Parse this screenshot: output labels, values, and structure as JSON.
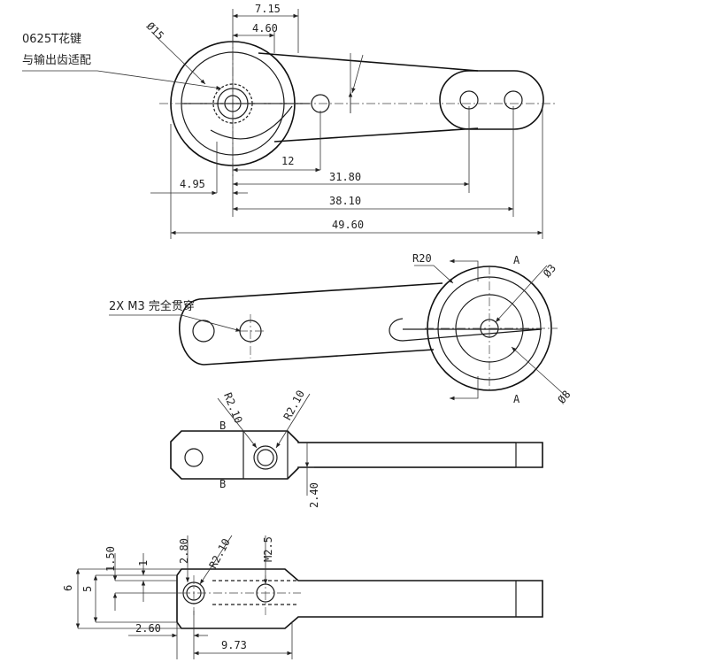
{
  "notes": {
    "spline_line1": "0625T花键",
    "spline_line2": "与输出齿适配",
    "holes": "2X M3 完全贯穿"
  },
  "dims_top": {
    "d715": "7.15",
    "d460": "4.60",
    "dia15": "Ø15",
    "d12": "12",
    "d495": "4.95",
    "d3180": "31.80",
    "d3810": "38.10",
    "d4960": "49.60"
  },
  "dims_mid": {
    "r20": "R20",
    "sec_a": "A",
    "dia3": "Ø3",
    "dia8": "Ø8"
  },
  "dims_side": {
    "r210a": "R2.10",
    "r210b": "R2.10",
    "sec_b": "B",
    "d240": "2.40"
  },
  "dims_bottom": {
    "d6": "6",
    "d5": "5",
    "d150": "1.50",
    "d1": "1",
    "d280": "2.80",
    "r210": "R2.10",
    "m25": "M2.5",
    "d260": "2.60",
    "d973": "9.73"
  }
}
